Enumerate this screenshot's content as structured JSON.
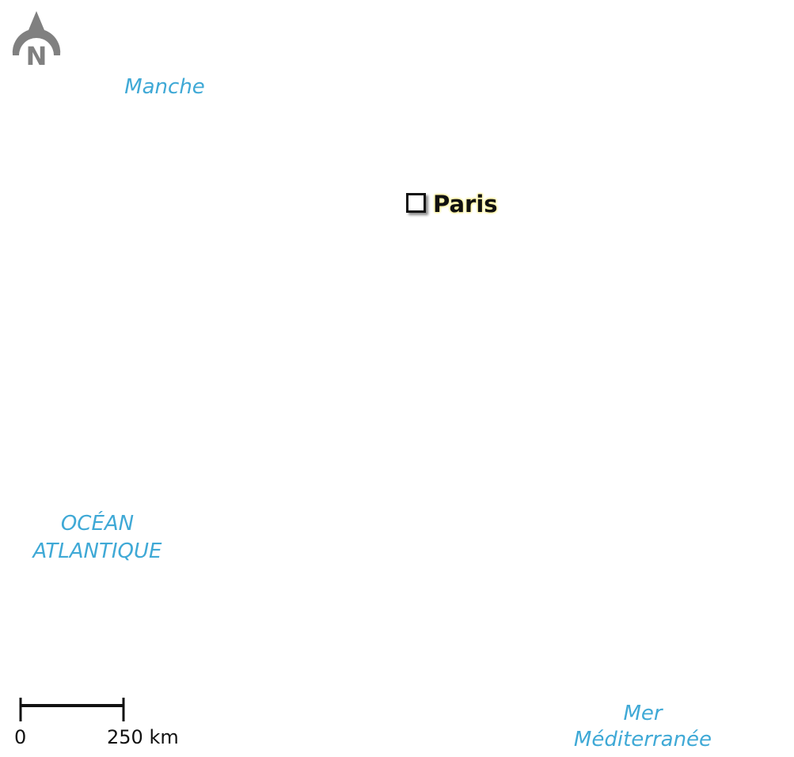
{
  "north_arrow": {
    "letter": "N",
    "icon": "north-arrow-icon",
    "color": "#808080"
  },
  "water_bodies": {
    "manche": "Manche",
    "ocean_line1": "OCÉAN",
    "ocean_line2": "ATLANTIQUE",
    "mer_line1": "Mer",
    "mer_line2": "Méditerranée",
    "color": "#3fa9d6"
  },
  "cities": [
    {
      "name": "Paris",
      "marker": "square-marker-icon"
    }
  ],
  "scale": {
    "start_label": "0",
    "end_label": "250 km"
  }
}
